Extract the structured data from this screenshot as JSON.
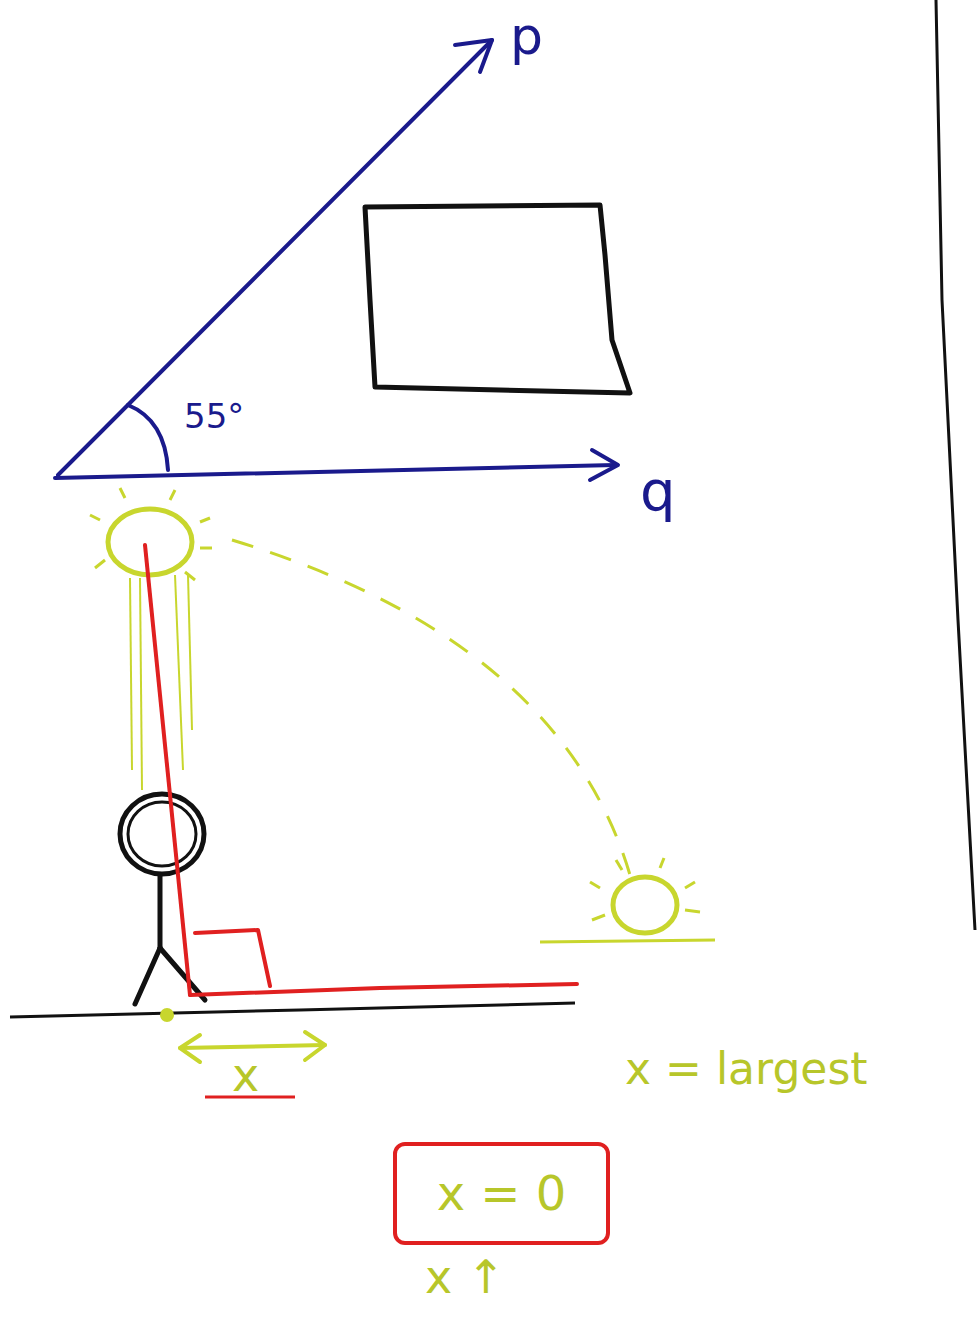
{
  "diagram": {
    "nodes": [
      {
        "text": [
          "x = 0"
        ]
      }
    ],
    "labels": [
      "p",
      "q",
      "55°",
      "x",
      "x = largest",
      "x ↑"
    ]
  }
}
